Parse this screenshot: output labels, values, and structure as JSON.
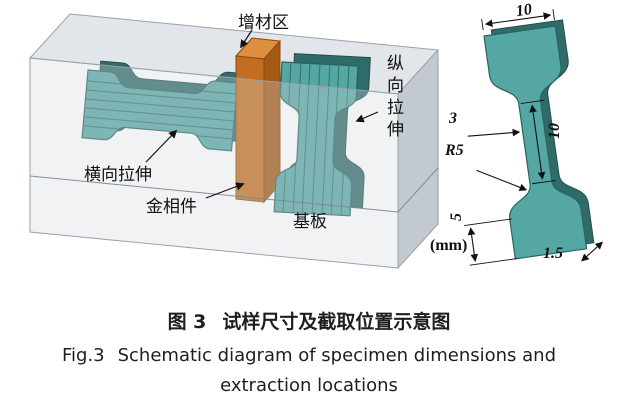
{
  "figure": {
    "labels": {
      "additive_zone": "增材区",
      "longitudinal_tension": "纵向拉伸",
      "transverse_tension": "横向拉伸",
      "metallographic_piece": "金相件",
      "substrate": "基板"
    },
    "dimensions": {
      "overall_width": "10",
      "gauge_width": "3",
      "gauge_length": "10",
      "fillet_radius": "R5",
      "grip_height": "5",
      "unit": "(mm)",
      "thickness": "1.5"
    },
    "colors": {
      "specimen_teal": "#55a7a3",
      "metallographic_orange": "#c26d1f",
      "substrate_gray": "#d2d7dd",
      "annotation_black": "#111111"
    }
  },
  "caption": {
    "zh_label": "图 3",
    "zh_title": "试样尺寸及截取位置示意图",
    "en_label": "Fig.3",
    "en_title_line1": "Schematic diagram of specimen dimensions and",
    "en_title_line2": "extraction locations"
  }
}
